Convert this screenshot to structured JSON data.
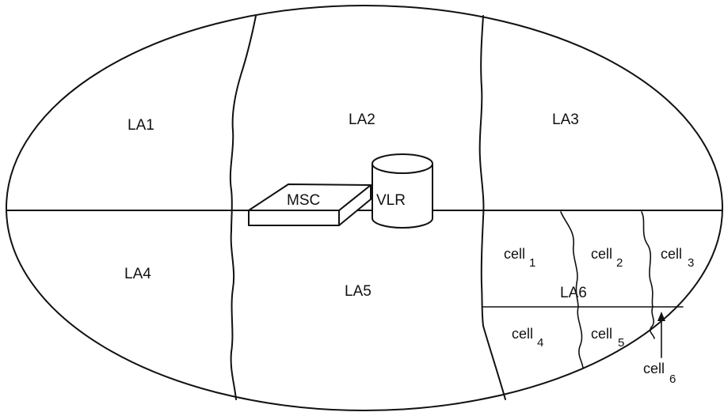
{
  "areas": {
    "la1": "LA1",
    "la2": "LA2",
    "la3": "LA3",
    "la4": "LA4",
    "la5": "LA5",
    "la6": "LA6"
  },
  "equipment": {
    "msc": "MSC",
    "vlr": "VLR"
  },
  "cells": [
    {
      "word": "cell",
      "index": "1"
    },
    {
      "word": "cell",
      "index": "2"
    },
    {
      "word": "cell",
      "index": "3"
    },
    {
      "word": "cell",
      "index": "4"
    },
    {
      "word": "cell",
      "index": "5"
    },
    {
      "word": "cell",
      "index": "6"
    }
  ],
  "colors": {
    "line": "#111111",
    "background": "#ffffff"
  }
}
